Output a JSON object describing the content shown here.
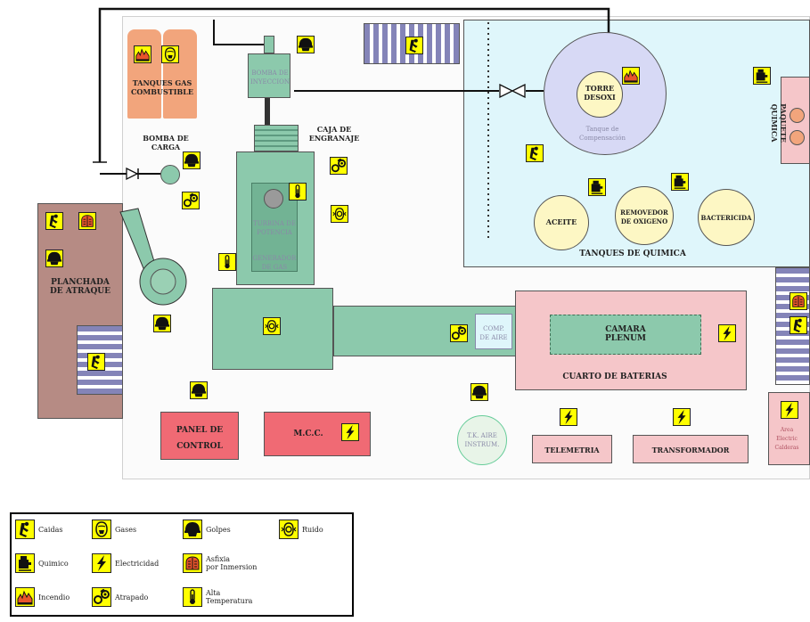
{
  "colors": {
    "chemical_area": "#dff6fb",
    "floor": "#fbfbfb",
    "machinery": "#8cc9ac",
    "battery_room": "#f5c6c9",
    "docking": "#b68b84",
    "control": "#f06a74",
    "tank": "#fdf7c4",
    "orange_tanks": "#f2a57c",
    "icon_bg": "#ffff00",
    "stairs": "#8484b8"
  },
  "labels": {
    "tanques_gas": "TANQUES GAS\nCOMBUSTIBLE",
    "bomba_carga": "BOMBA DE\nCARGA",
    "bomba_inyeccion": "BOMBA DE\nINYECCION",
    "caja_engranaje": "CAJA DE\nENGRANAJE",
    "turbina": "TURBINA DE\nPOTENCIA",
    "generador": "GENERADOR\nDE GAS",
    "torre": "TORRE\nDESOXI",
    "tanque_compensacion": "Tanque de\nCompensación",
    "paquete": "PAQUETE\nQUIMICA",
    "aceite": "ACEITE",
    "removedor": "REMOVEDOR\nDE OXIGENO",
    "bactericida": "BACTERICIDA",
    "tanques_quimica": "TANQUES DE QUIMICA",
    "planchada": "PLANCHADA\nDE ATRAQUE",
    "camara": "CAMARA\nPLENUM",
    "cuarto": "CUARTO DE BATERIAS",
    "comp_aire": "COMP.\nDE AIRE",
    "panel": "PANEL DE\nCONTROL",
    "mcc": "M.C.C.",
    "aire": "T.K. AIRE\nINSTRUM.",
    "telemetria": "TELEMETRIA",
    "transformador": "TRANSFORMADOR",
    "area_partial": "Area\nElectric\nCalderas"
  },
  "legend": [
    {
      "icon": "caidas-icon",
      "label": "Caidas"
    },
    {
      "icon": "gases-icon",
      "label": "Gases"
    },
    {
      "icon": "golpes-icon",
      "label": "Golpes"
    },
    {
      "icon": "ruido-icon",
      "label": "Ruido"
    },
    {
      "icon": "quimico-icon",
      "label": "Quimico"
    },
    {
      "icon": "electricidad-icon",
      "label": "Electricidad"
    },
    {
      "icon": "asfixia-icon",
      "label": "Asfixia\npor Inmersion"
    },
    {
      "icon": "incendio-icon",
      "label": "Incendio"
    },
    {
      "icon": "atrapado-icon",
      "label": "Atrapado"
    },
    {
      "icon": "alta-temperatura-icon",
      "label": "Alta\nTemperatura"
    }
  ]
}
